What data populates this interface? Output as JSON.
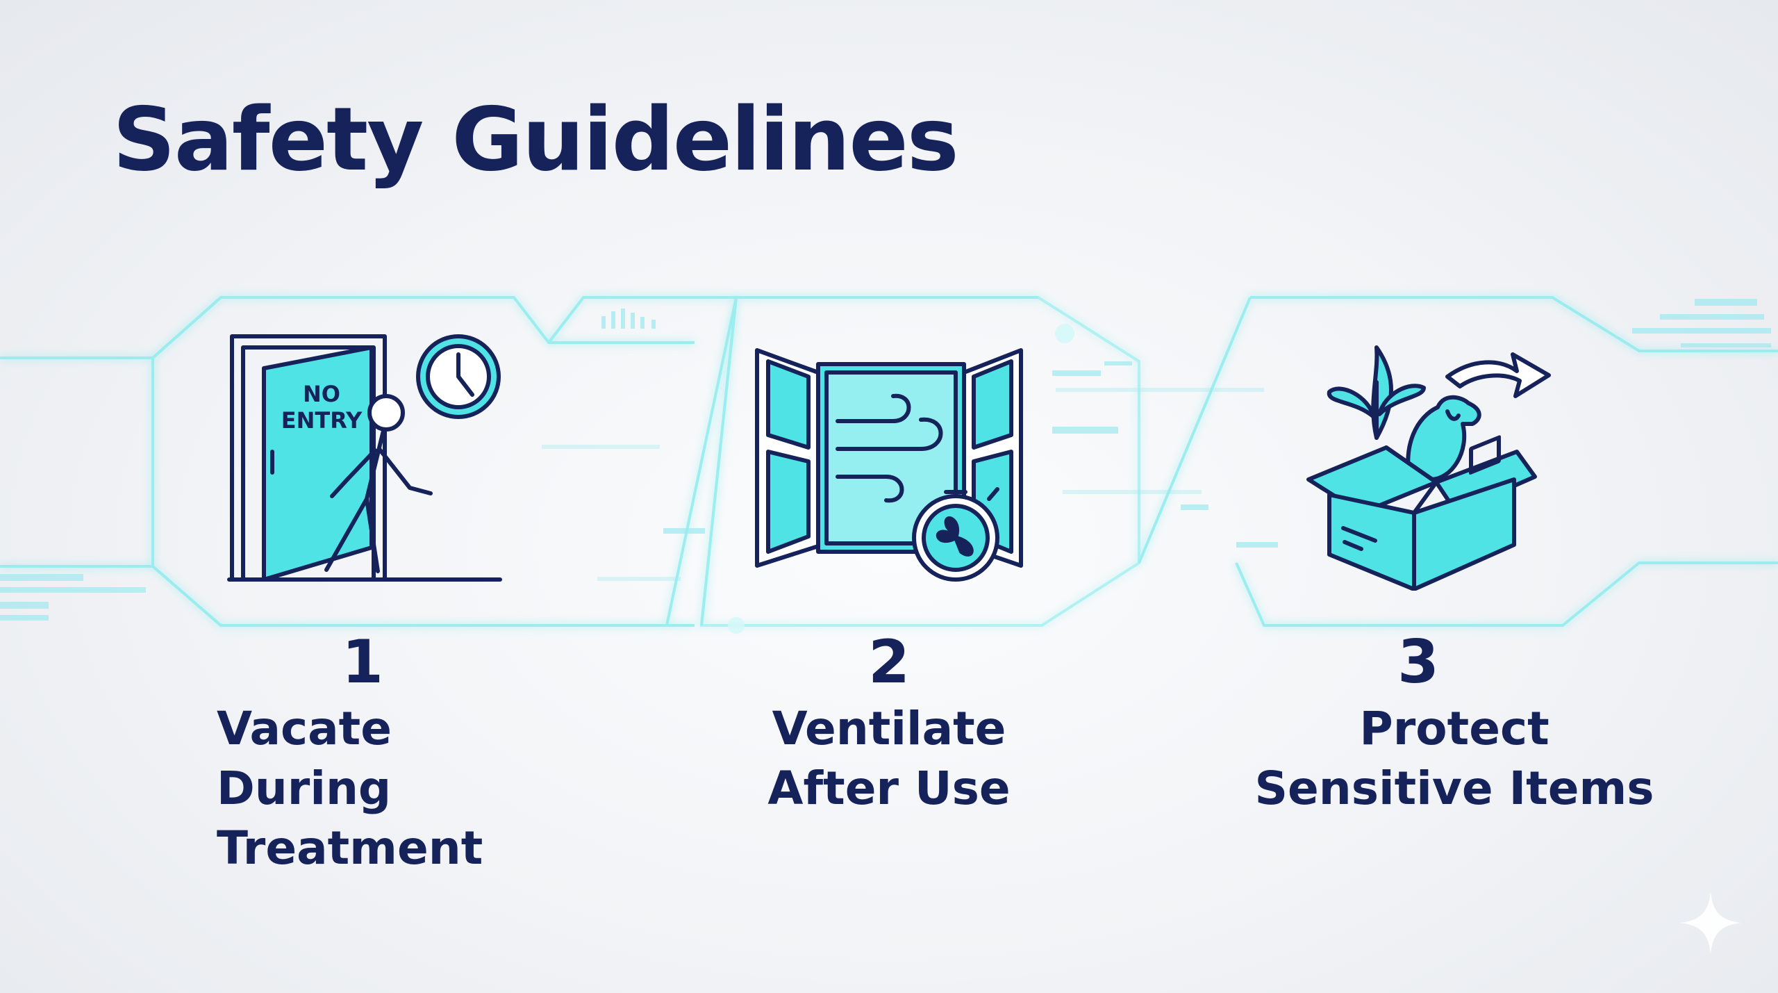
{
  "title": "Safety Guidelines",
  "steps": [
    {
      "number": "1",
      "label_lines": [
        "Vacate During",
        "Treatment"
      ],
      "icon": "no-entry-door-icon",
      "sign_line1": "NO",
      "sign_line2": "ENTRY"
    },
    {
      "number": "2",
      "label_lines": [
        "Ventilate",
        "After Use"
      ],
      "icon": "open-window-fan-icon"
    },
    {
      "number": "3",
      "label_lines": [
        "Protect",
        "Sensitive Items"
      ],
      "icon": "box-plant-pet-icon"
    }
  ],
  "colors": {
    "ink": "#16225a",
    "accent": "#4fe3e6",
    "glow": "#7fefef"
  }
}
